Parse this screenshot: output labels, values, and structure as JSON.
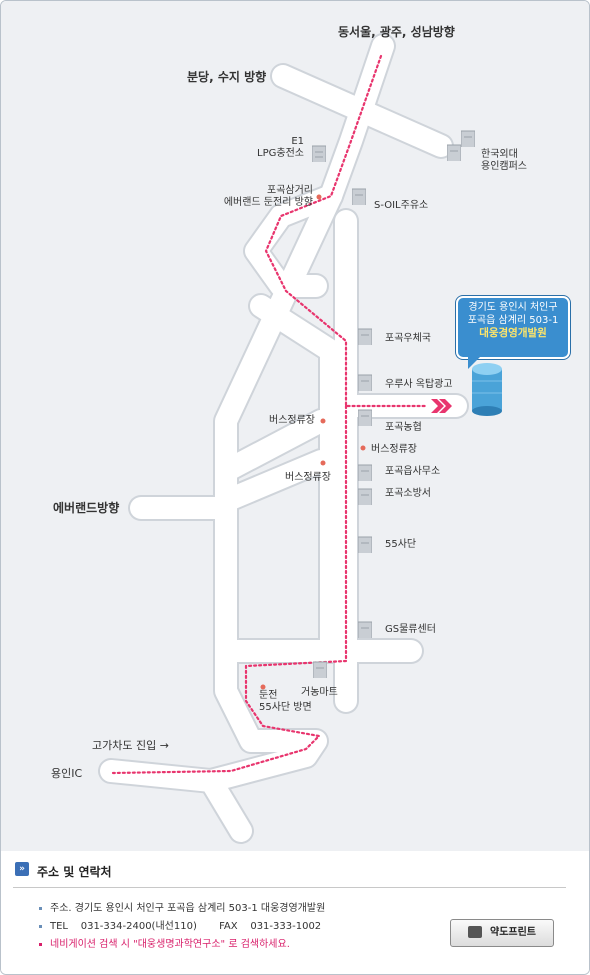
{
  "map": {
    "labels": {
      "north": "동서울, 광주, 성남방향",
      "bundang": "분당, 수지 방향",
      "e1": "E1\nLPG충전소",
      "hufs": "한국외대\n용인캠퍼스",
      "pogok_junction": "포곡삼거리\n에버랜드 둔전리 방향",
      "soil": "S-OIL주유소",
      "post_office": "포곡우체국",
      "billboard": "우루사 옥탑광고",
      "nonghyup": "포곡농협",
      "bus_stop_1": "버스정류장",
      "bus_stop_2": "버스정류장",
      "bus_stop_3": "버스정류장",
      "town_office": "포곡읍사무소",
      "fire_station": "포곡소방서",
      "division_55": "55사단",
      "gs": "GS물류센터",
      "everland": "에버랜드방향",
      "mart": "거농마트",
      "dunjeon": "둔전\n55사단 방면",
      "expressway_entry": "고가차도 진입 →",
      "yongin_ic": "용인IC"
    },
    "callout": {
      "line1": "경기도 용인시 처인구",
      "line2": "포곡읍 삼계리 503-1",
      "name": "대웅경영개발원"
    }
  },
  "footer": {
    "title": "주소 및 연락처",
    "address": "주소.  경기도 용인시 처인구 포곡읍 삼계리 503-1 대웅경영개발원",
    "phone": "TEL    031-334-2400(내선110)       FAX    031-333-1002",
    "nav_hint": "네비게이션 검색 시  \"대웅생명과학연구소\" 로 검색하세요.",
    "print_label": "약도프린트"
  },
  "colors": {
    "road": "#ffffff",
    "road_edge": "#cfd4da",
    "route": "#e8356e",
    "callout": "#3a8ecf"
  }
}
